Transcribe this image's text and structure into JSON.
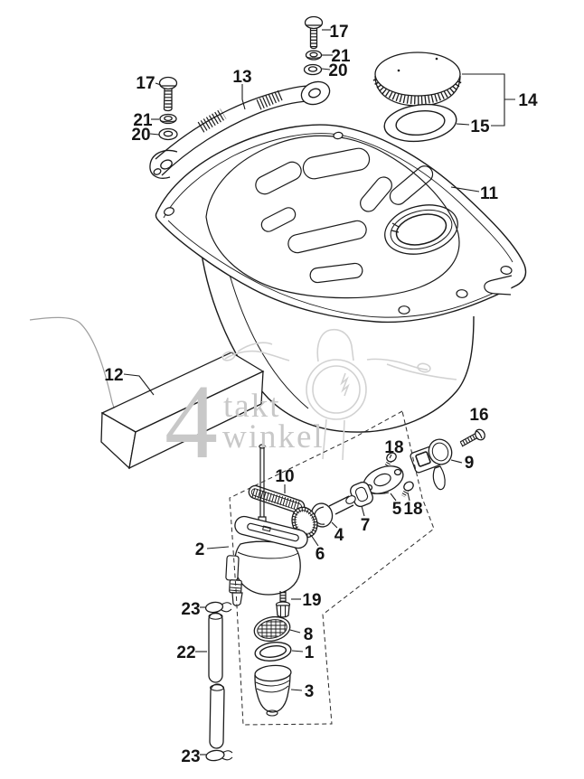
{
  "diagram": {
    "type": "exploded-parts-illustration",
    "subject": "fuel-tank-assembly",
    "colors": {
      "background": "#ffffff",
      "line_art": "#1b1b1b",
      "label_text": "#151515",
      "watermark_logo": "#c8c8c8",
      "watermark_sketch": "#d2d2d2"
    },
    "watermark": {
      "numeral": "4",
      "word_top": "takt",
      "word_bottom": "winkel"
    },
    "labels": [
      {
        "text": "17"
      },
      {
        "text": "21"
      },
      {
        "text": "20"
      },
      {
        "text": "13"
      },
      {
        "text": "17"
      },
      {
        "text": "21"
      },
      {
        "text": "20"
      },
      {
        "text": "14"
      },
      {
        "text": "15"
      },
      {
        "text": "11"
      },
      {
        "text": "12"
      },
      {
        "text": "16"
      },
      {
        "text": "18"
      },
      {
        "text": "9"
      },
      {
        "text": "10"
      },
      {
        "text": "5"
      },
      {
        "text": "18"
      },
      {
        "text": "7"
      },
      {
        "text": "4"
      },
      {
        "text": "6"
      },
      {
        "text": "2"
      },
      {
        "text": "19"
      },
      {
        "text": "23"
      },
      {
        "text": "8"
      },
      {
        "text": "22"
      },
      {
        "text": "1"
      },
      {
        "text": "3"
      },
      {
        "text": "23"
      }
    ]
  }
}
